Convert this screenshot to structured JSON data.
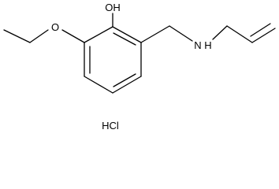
{
  "molecule": {
    "atoms": {
      "hydroxyl": "OH",
      "ether_oxygen": "O",
      "amine": "N",
      "amine_hydrogen": "H"
    },
    "salt": "HCl"
  },
  "colors": {
    "bond": "#000000",
    "label": "#000000",
    "background": "#ffffff"
  }
}
